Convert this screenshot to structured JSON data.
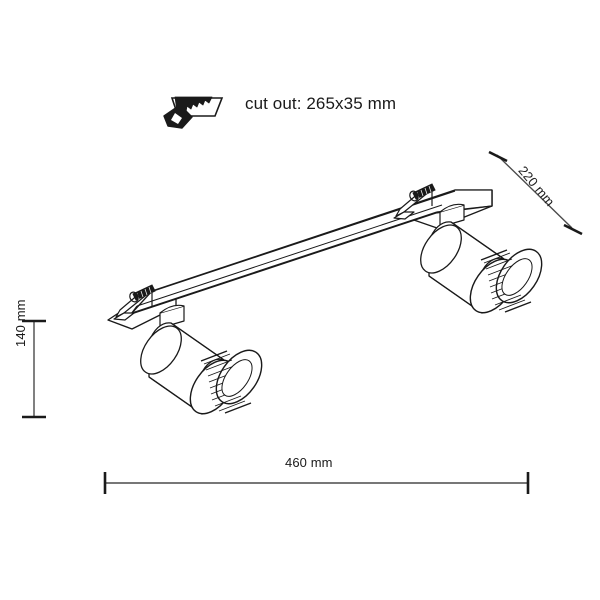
{
  "drawing": {
    "title": "recessed-twin-spotlight-technical-drawing",
    "background_color": "#ffffff",
    "line_color": "#1a1a1a",
    "fill_color": "#ffffff"
  },
  "annotations": {
    "cutout": {
      "icon": "handsaw-icon",
      "label": "cut out: 265x35 mm",
      "value": "265x35",
      "unit": "mm"
    }
  },
  "dimensions": {
    "width": {
      "name": "overall-width",
      "label": "460 mm",
      "value": "460",
      "unit": "mm",
      "orientation": "horizontal"
    },
    "height": {
      "name": "overall-height",
      "label": "140 mm",
      "value": "140",
      "unit": "mm",
      "orientation": "vertical"
    },
    "depth": {
      "name": "overall-depth",
      "label": "220 mm",
      "value": "220",
      "unit": "mm",
      "orientation": "diagonal"
    }
  },
  "fixture": {
    "type": "recessed-linear-track",
    "spotlight_count": 2,
    "spotlights": [
      {
        "name": "spotlight-left",
        "position": "left"
      },
      {
        "name": "spotlight-right",
        "position": "right"
      }
    ],
    "brackets": [
      {
        "name": "spring-clip-left",
        "position": "left"
      },
      {
        "name": "spring-clip-right",
        "position": "right"
      }
    ]
  }
}
